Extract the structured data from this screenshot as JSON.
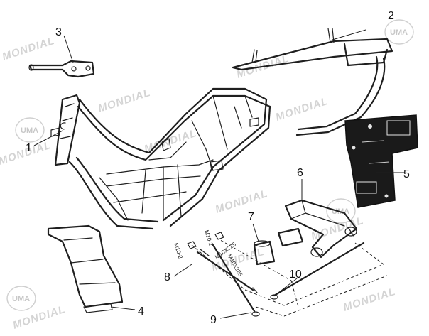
{
  "watermark": {
    "brand": "MONDIAL",
    "logo": "UMA"
  },
  "callouts": {
    "c1": "1",
    "c2": "2",
    "c3": "3",
    "c4": "4",
    "c5": "5",
    "c6": "6",
    "c7": "7",
    "c8": "8",
    "c9": "9",
    "c10": "10"
  },
  "part_labels": {
    "nut_a": "M10-2",
    "nut_b": "M10-2",
    "bolt_a": "M10X225",
    "bolt_b": "M10X225"
  },
  "colors": {
    "ink": "#1f1f1f",
    "watermark": "#d4d4d4",
    "plate": "#1a1a1a"
  }
}
